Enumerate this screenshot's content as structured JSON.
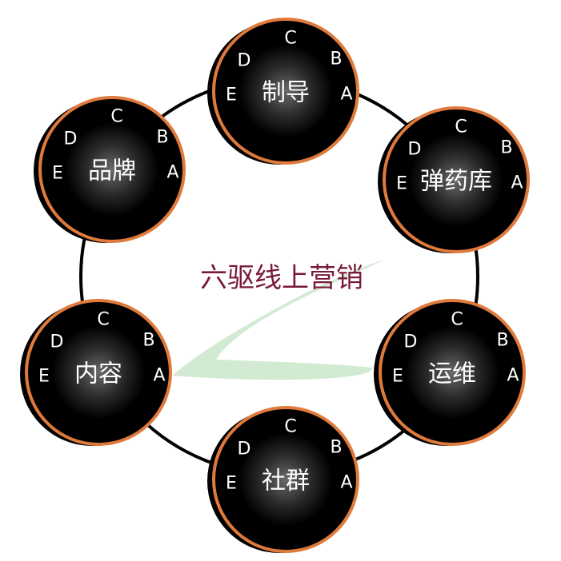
{
  "title": "六驱线上营销",
  "letters": [
    "A",
    "B",
    "C",
    "D",
    "E"
  ],
  "nodes": [
    {
      "label": "制导"
    },
    {
      "label": "弹药库"
    },
    {
      "label": "运维"
    },
    {
      "label": "社群"
    },
    {
      "label": "内容"
    },
    {
      "label": "品牌"
    }
  ],
  "colors": {
    "background": "#ffffff",
    "ring": "#000000",
    "node_fill": "#000000",
    "node_outline": "#e07a3c",
    "node_glow": "#555555",
    "text": "#ffffff",
    "title": "#7a1a3a",
    "ribbon": "#c9e6c9"
  }
}
